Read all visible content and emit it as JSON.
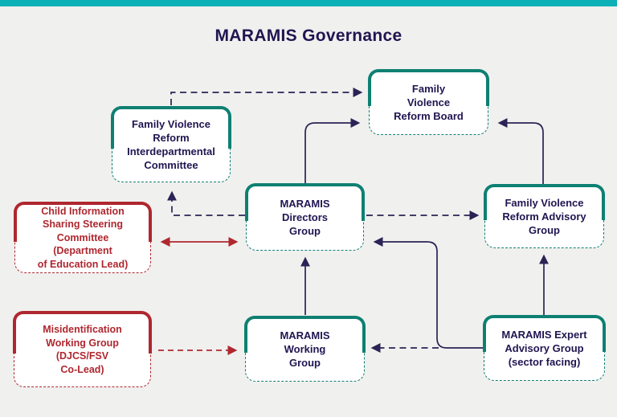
{
  "title": "MARAMIS Governance",
  "colors": {
    "accent_bar": "#0bb1b6",
    "teal": "#0e8072",
    "red": "#af272f",
    "navy_text": "#211551",
    "arrow_navy": "#2b2356",
    "background": "#f0f0ee",
    "box_bg": "#ffffff"
  },
  "nodes": {
    "reform_board": {
      "label": "Family\nViolence\nReform Board",
      "color": "teal"
    },
    "interdepartmental": {
      "label": "Family Violence\nReform\nInterdepartmental\nCommittee",
      "color": "teal"
    },
    "child_info": {
      "label": "Child Information\nSharing Steering\nCommittee\n(Department\nof Education Lead)",
      "color": "red"
    },
    "directors": {
      "label": "MARAMIS\nDirectors\nGroup",
      "color": "teal"
    },
    "advisory": {
      "label": "Family Violence\nReform Advisory\nGroup",
      "color": "teal"
    },
    "misidentification": {
      "label": "Misidentification\nWorking Group\n(DJCS/FSV\nCo-Lead)",
      "color": "red"
    },
    "working": {
      "label": "MARAMIS\nWorking\nGroup",
      "color": "teal"
    },
    "expert_advisory": {
      "label": "MARAMIS Expert\nAdvisory Group\n(sector facing)",
      "color": "teal"
    }
  },
  "edges": [
    {
      "from": "Family Violence Reform Interdepartmental Committee",
      "to": "Family Violence Reform Board",
      "style": "dashed",
      "color": "navy",
      "bidirectional": false
    },
    {
      "from": "MARAMIS Directors Group",
      "to": "Family Violence Reform Board",
      "style": "solid",
      "color": "navy",
      "bidirectional": false
    },
    {
      "from": "Family Violence Reform Advisory Group",
      "to": "Family Violence Reform Board",
      "style": "solid",
      "color": "navy",
      "bidirectional": false
    },
    {
      "from": "MARAMIS Directors Group",
      "to": "Family Violence Reform Advisory Group",
      "style": "dashed",
      "color": "navy",
      "bidirectional": false
    },
    {
      "from": "MARAMIS Directors Group",
      "to": "Family Violence Reform Interdepartmental Committee",
      "style": "dashed",
      "color": "navy",
      "bidirectional": false
    },
    {
      "from": "Child Information Sharing Steering Committee (Department of Education Lead)",
      "to": "MARAMIS Directors Group",
      "style": "solid",
      "color": "red",
      "bidirectional": true
    },
    {
      "from": "MARAMIS Expert Advisory Group (sector facing)",
      "to": "MARAMIS Directors Group",
      "style": "solid",
      "color": "navy",
      "bidirectional": false
    },
    {
      "from": "MARAMIS Working Group",
      "to": "MARAMIS Directors Group",
      "style": "solid",
      "color": "navy",
      "bidirectional": false
    },
    {
      "from": "Misidentification Working Group (DJCS/FSV Co-Lead)",
      "to": "MARAMIS Working Group",
      "style": "dashed",
      "color": "red",
      "bidirectional": false
    },
    {
      "from": "MARAMIS Expert Advisory Group (sector facing)",
      "to": "MARAMIS Working Group",
      "style": "dashed",
      "color": "navy",
      "bidirectional": false
    },
    {
      "from": "MARAMIS Expert Advisory Group (sector facing)",
      "to": "Family Violence Reform Advisory Group",
      "style": "solid",
      "color": "navy",
      "bidirectional": false
    }
  ]
}
